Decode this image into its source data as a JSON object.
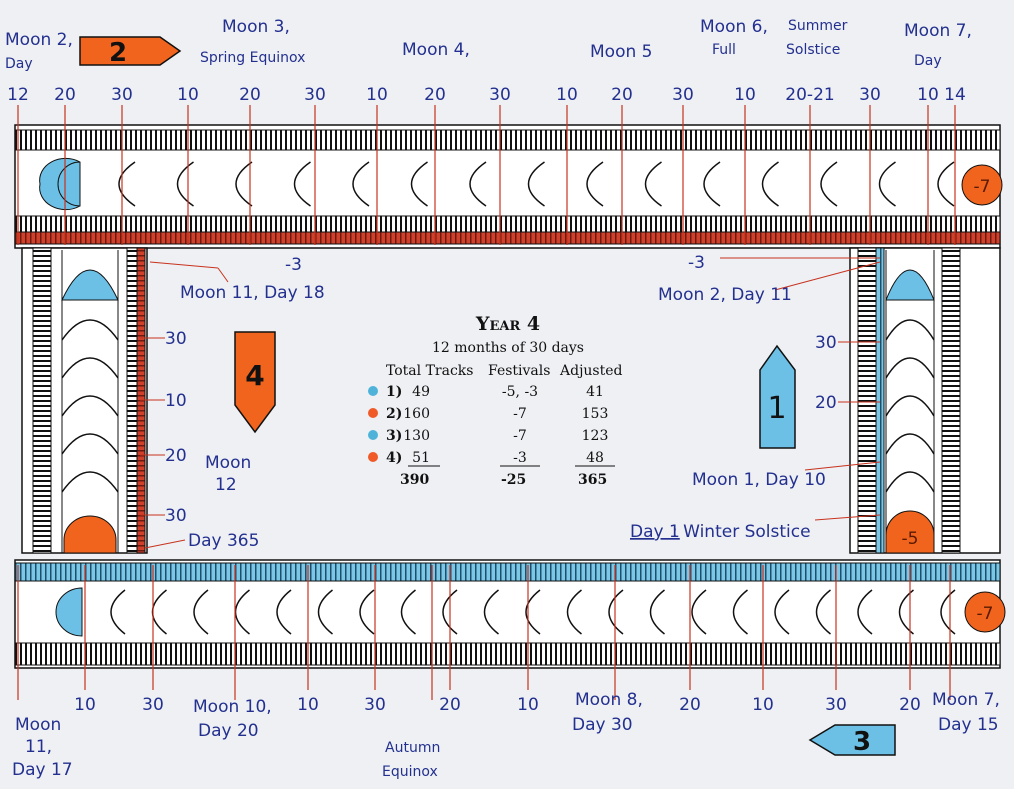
{
  "title": "Year 4",
  "subtitle": "12 months of 30 days",
  "table": {
    "headers": [
      "Total Tracks",
      "Festivals",
      "Adjusted"
    ],
    "rows": [
      {
        "id": "1)",
        "color": "#4fb3d9",
        "total": "49",
        "festivals": "-5, -3",
        "adjusted": "41"
      },
      {
        "id": "2)",
        "color": "#f05a28",
        "total": "160",
        "festivals": "-7",
        "adjusted": "153"
      },
      {
        "id": "3)",
        "color": "#4fb3d9",
        "total": "130",
        "festivals": "-7",
        "adjusted": "123"
      },
      {
        "id": "4)",
        "color": "#f05a28",
        "total": "51",
        "festivals": "-3",
        "adjusted": "48"
      }
    ],
    "totals": {
      "total": "390",
      "festivals": "-25",
      "adjusted": "365"
    }
  },
  "markers": {
    "m1": "1",
    "m2": "2",
    "m3": "3",
    "m4": "4"
  },
  "festival_badges": {
    "top_right": "-7",
    "bottom_right": "-7",
    "right_bottom": "-5"
  },
  "colors": {
    "blue": "#6cc0e6",
    "orange": "#f0641e",
    "red": "#c8321e",
    "ink": "#23308f"
  },
  "top_ticks": [
    "12",
    "20",
    "30",
    "10",
    "20",
    "30",
    "10",
    "20",
    "30",
    "10",
    "20",
    "30",
    "10",
    "20-21",
    "30",
    "10",
    "14"
  ],
  "bottom_ticks": [
    "10",
    "30",
    "10",
    "30",
    "20",
    "10",
    "20",
    "10",
    "30",
    "20"
  ],
  "left_ticks": [
    "30",
    "10",
    "20",
    "30"
  ],
  "right_ticks": [
    "30",
    "20"
  ],
  "annotations": {
    "moon2_day": [
      "Moon 2,",
      "Day"
    ],
    "moon3": [
      "Moon 3,",
      "Spring Equinox"
    ],
    "moon4": "Moon 4,",
    "moon5": "Moon 5",
    "moon6": [
      "Moon 6,",
      "Full"
    ],
    "summer": [
      "Summer",
      "Solstice"
    ],
    "moon7_day": [
      "Moon 7,",
      "Day"
    ],
    "moon11_day18": "Moon 11, Day 18",
    "minus3_left": "-3",
    "minus3_right": "-3",
    "moon2_day11": "Moon 2, Day 11",
    "moon12": [
      "Moon",
      "12"
    ],
    "day365": "Day 365",
    "moon1_day10": "Moon 1, Day 10",
    "winter_day1": "Day 1",
    "winter": ": Winter Solstice",
    "moon11_day17": [
      "Moon",
      "11,",
      "Day 17"
    ],
    "moon10_day20": [
      "Moon 10,",
      "Day 20"
    ],
    "autumn": [
      "Autumn",
      "Equinox"
    ],
    "moon8_day30": [
      "Moon 8,",
      "Day 30"
    ],
    "moon7_day15": [
      "Moon 7,",
      "Day 15"
    ]
  }
}
